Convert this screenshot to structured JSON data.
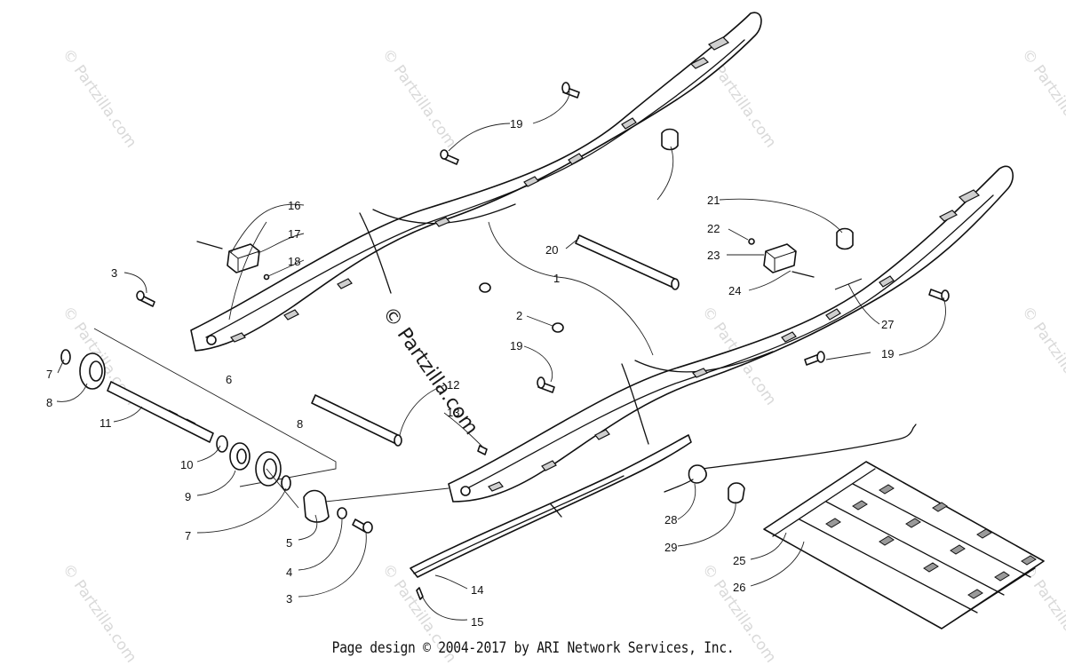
{
  "footer": {
    "text": "Page design © 2004-2017 by ARI Network Services, Inc."
  },
  "watermark": {
    "text": "© Partzilla.com",
    "center_text": "© Partzilla.com"
  },
  "callouts": {
    "c1": "1",
    "c2": "2",
    "c3a": "3",
    "c3b": "3",
    "c4": "4",
    "c5": "5",
    "c6": "6",
    "c7a": "7",
    "c7b": "7",
    "c8a": "8",
    "c8b": "8",
    "c9": "9",
    "c10": "10",
    "c11": "11",
    "c12": "12",
    "c13": "13",
    "c14": "14",
    "c15": "15",
    "c16": "16",
    "c17": "17",
    "c18": "18",
    "c19a": "19",
    "c19b": "19",
    "c19c": "19",
    "c20": "20",
    "c21": "21",
    "c22": "22",
    "c23": "23",
    "c24": "24",
    "c25": "25",
    "c26": "26",
    "c27": "27",
    "c28": "28",
    "c29": "29"
  },
  "colors": {
    "line": "#111111",
    "watermark": "#d9d9d9",
    "background": "#ffffff"
  }
}
